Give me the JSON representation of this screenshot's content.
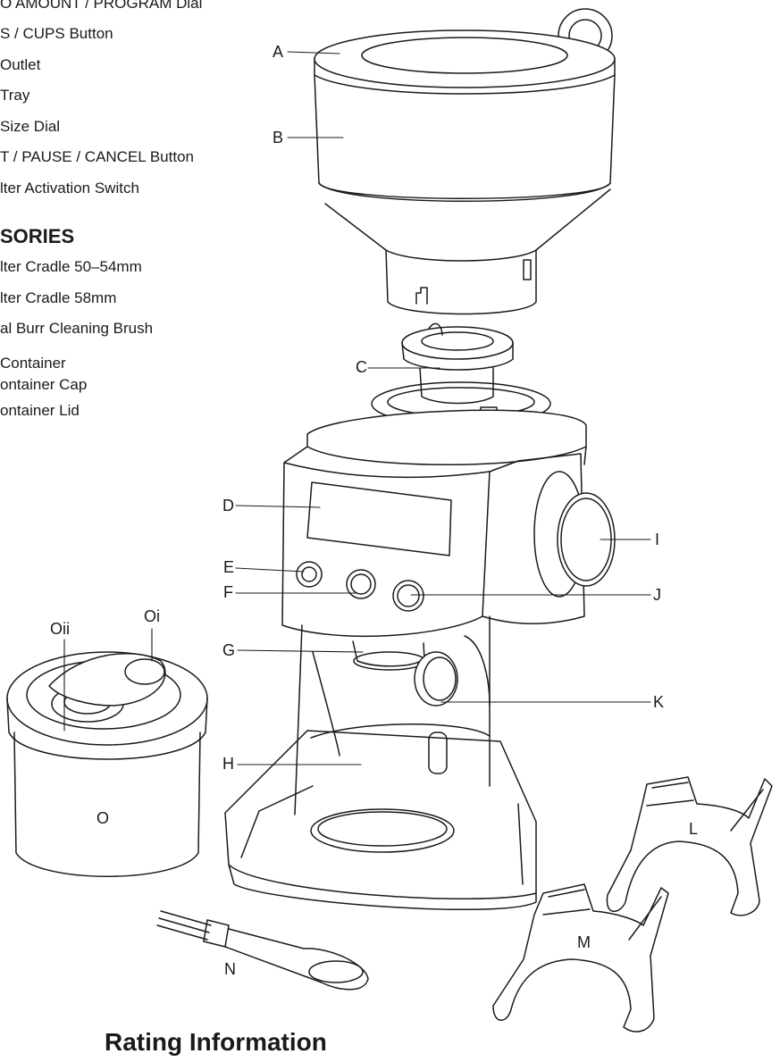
{
  "feature_list": [
    "O AMOUNT / PROGRAM Dial",
    "S / CUPS Button",
    "Outlet",
    "Tray",
    "Size Dial",
    "T / PAUSE / CANCEL Button",
    "lter Activation Switch"
  ],
  "accessories_heading": "SORIES",
  "accessories_list": [
    "lter Cradle 50–54mm",
    "lter Cradle 58mm",
    "al Burr Cleaning Brush",
    "Container",
    "ontainer Cap",
    "ontainer Lid"
  ],
  "callouts": {
    "A": "A",
    "B": "B",
    "C": "C",
    "D": "D",
    "E": "E",
    "F": "F",
    "G": "G",
    "H": "H",
    "I": "I",
    "J": "J",
    "K": "K",
    "L": "L",
    "M": "M",
    "N": "N",
    "O": "O",
    "Oi": "Oi",
    "Oii": "Oii"
  },
  "rating_heading": "Rating Information"
}
